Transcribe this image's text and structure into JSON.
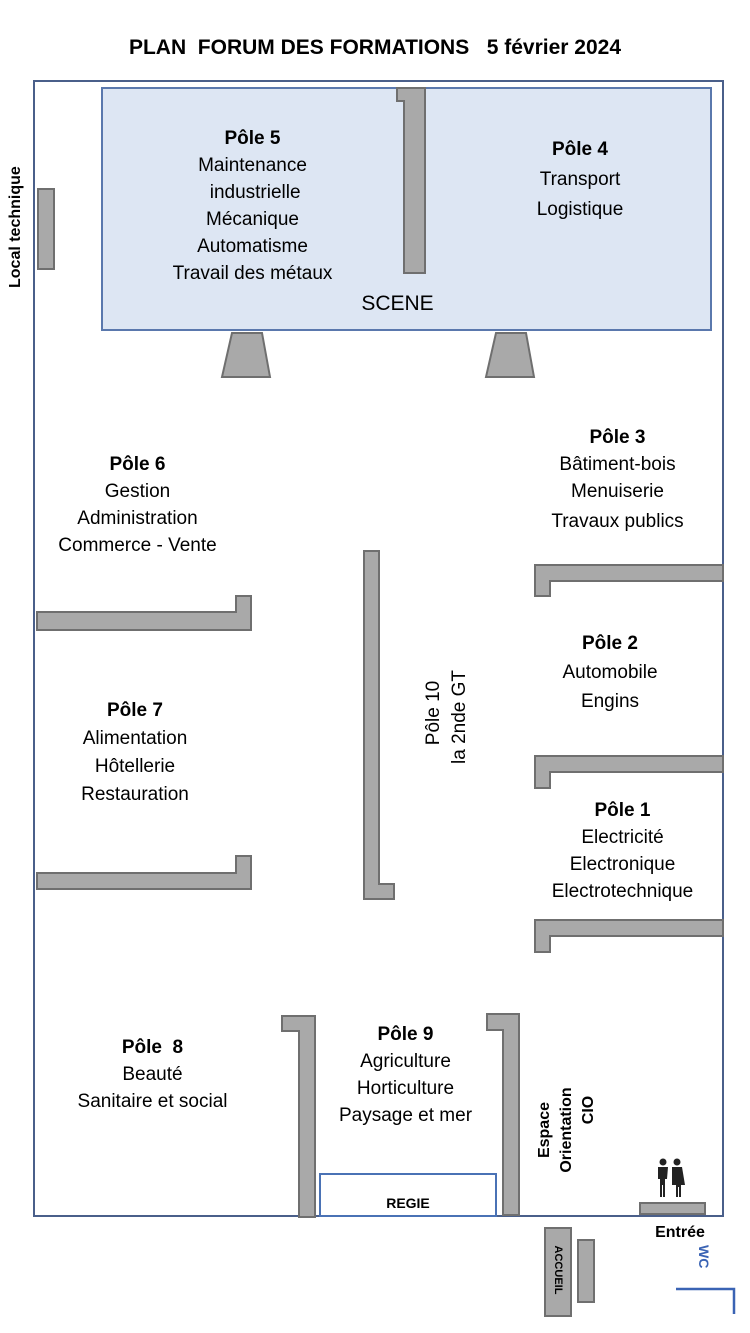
{
  "title": "PLAN  FORUM DES FORMATIONS   5 février 2024",
  "stage_label": "SCENE",
  "local_technique": "Local technique",
  "poles": {
    "p5": {
      "title": "Pôle 5",
      "lines": [
        "Maintenance",
        " industrielle",
        "Mécanique",
        "Automatisme",
        "Travail des métaux"
      ]
    },
    "p4": {
      "title": "Pôle 4",
      "lines": [
        "Transport",
        "Logistique"
      ]
    },
    "p3": {
      "title": "Pôle 3",
      "lines": [
        "Bâtiment-bois",
        "Menuiserie",
        "Travaux publics"
      ]
    },
    "p6": {
      "title": "Pôle 6",
      "lines": [
        "Gestion",
        "Administration",
        "Commerce - Vente"
      ]
    },
    "p2": {
      "title": "Pôle 2",
      "lines": [
        "Automobile",
        "Engins"
      ]
    },
    "p7": {
      "title": "Pôle 7",
      "lines": [
        "Alimentation",
        "Hôtellerie",
        "Restauration"
      ]
    },
    "p1": {
      "title": "Pôle 1",
      "lines": [
        "Electricité",
        "Electronique",
        "Electrotechnique"
      ]
    },
    "p8": {
      "title": "Pôle  8",
      "lines": [
        "Beauté",
        "Sanitaire et social"
      ]
    },
    "p9": {
      "title": "Pôle 9",
      "lines": [
        "Agriculture",
        "Horticulture",
        "Paysage et mer"
      ]
    },
    "p10": {
      "title": "Pôle 10",
      "line": "la 2nde GT"
    }
  },
  "espace": {
    "line1": "Espace",
    "line2": "Orientation",
    "line3": "CIO"
  },
  "regie": "REGIE",
  "accueil": "ACCUEIL",
  "entree": "Entrée",
  "wc": "WC",
  "colors": {
    "hall_border": "#4a5f8a",
    "stage_fill": "#dde6f3",
    "stage_border": "#5a78ad",
    "walls": "#a9a9a9",
    "regie_border": "#4a72b5",
    "wc": "#3a63b4"
  },
  "icons": {
    "restroom": "restroom-people-icon"
  }
}
